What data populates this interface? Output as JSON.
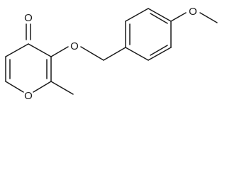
{
  "molecule": {
    "atoms": {
      "ketone_oxygen": "O",
      "ether_oxygen": "O",
      "ring_oxygen": "O",
      "methoxy_oxygen": "O"
    }
  },
  "colors": {
    "bond": "#1a1a1a",
    "label": "#1a1a1a",
    "background": "#ffffff"
  }
}
